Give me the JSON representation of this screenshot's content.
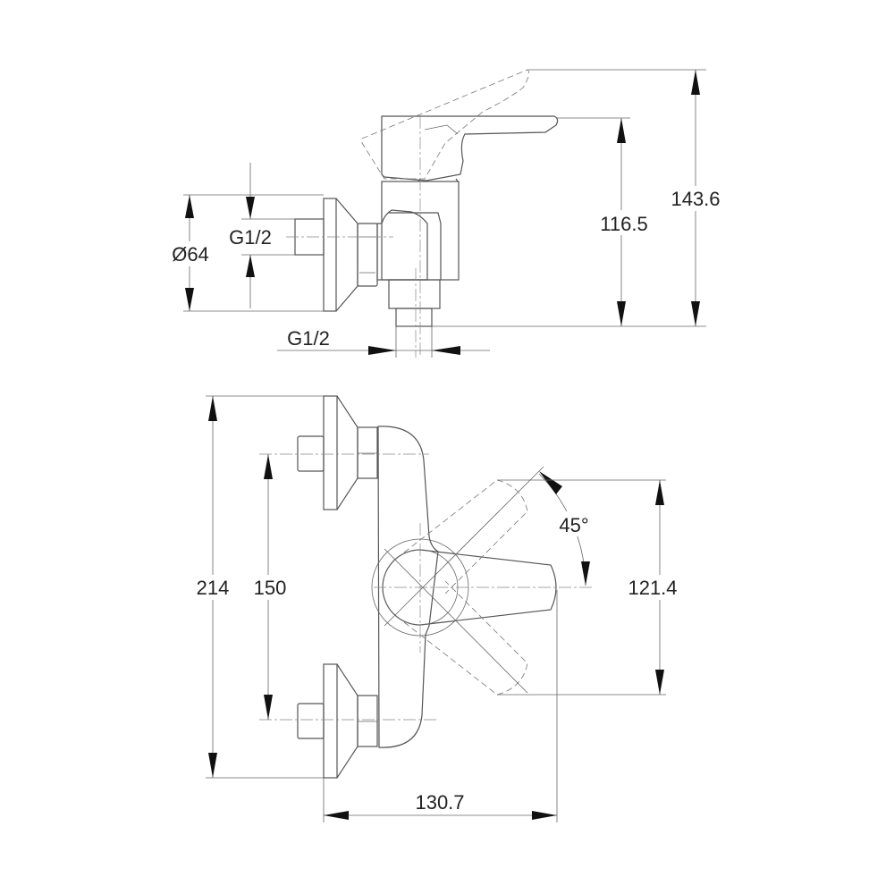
{
  "drawing": {
    "side_view": {
      "flange_diameter": "Ø64",
      "inlet_thread": "G1/2",
      "outlet_thread": "G1/2",
      "height_to_lever": "116.5",
      "height_total": "143.6"
    },
    "front_view": {
      "total_height": "214",
      "inlet_spacing": "150",
      "lever_rotation_angle": "45°",
      "lever_swing_height": "121.4",
      "projection_depth": "130.7"
    }
  }
}
